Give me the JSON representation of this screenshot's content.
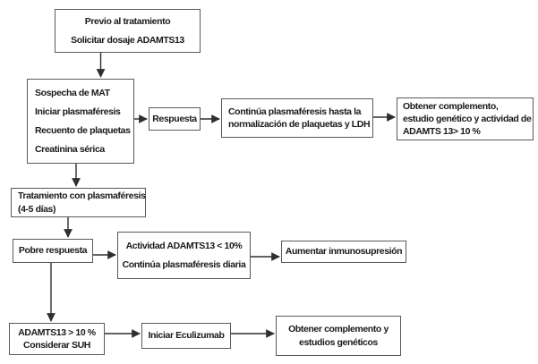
{
  "diagram": {
    "type": "flowchart",
    "language": "es",
    "topic": "Algoritmo de tratamiento con plasmaféresis ante sospecha de MAT"
  },
  "boxes": {
    "previo": {
      "lines": [
        "Previo al tratamiento",
        "Solicitar dosaje  ADAMTS13"
      ]
    },
    "sospecha": {
      "lines": [
        "Sospecha de MAT",
        "Iniciar plasmaféresis",
        "Recuento de plaquetas",
        "Creatinina sérica"
      ]
    },
    "respuesta": {
      "lines": [
        "Respuesta"
      ]
    },
    "continua": {
      "lines": [
        "Continúa plasmaféresis hasta la",
        "normalización de plaquetas y LDH"
      ]
    },
    "obtener_complemento": {
      "lines": [
        "Obtener complemento,",
        "estudio genético y actividad de",
        "ADAMTS 13> 10 %"
      ]
    },
    "tratamiento": {
      "lines": [
        "Tratamiento con plasmaféresis",
        "(4-5 días)"
      ]
    },
    "pobre_respuesta": {
      "lines": [
        "Pobre respuesta"
      ]
    },
    "actividad": {
      "lines": [
        "Actividad ADAMTS13 < 10%",
        "Continúa plasmaféresis diaria"
      ]
    },
    "aumentar": {
      "lines": [
        "Aumentar inmunosupresión"
      ]
    },
    "adamts_suh": {
      "lines": [
        "ADAMTS13 > 10 %",
        "Considerar SUH"
      ]
    },
    "eculizumab": {
      "lines": [
        "Iniciar Eculizumab"
      ]
    },
    "obtener_geneticos": {
      "lines": [
        "Obtener complemento y",
        "estudios genéticos"
      ]
    }
  },
  "edges": [
    {
      "from": "previo",
      "to": "sospecha",
      "direction": "down"
    },
    {
      "from": "sospecha",
      "to": "respuesta",
      "direction": "right"
    },
    {
      "from": "respuesta",
      "to": "continua",
      "direction": "right"
    },
    {
      "from": "continua",
      "to": "obtener_complemento",
      "direction": "right"
    },
    {
      "from": "sospecha",
      "to": "tratamiento",
      "direction": "down"
    },
    {
      "from": "tratamiento",
      "to": "pobre_respuesta",
      "direction": "down"
    },
    {
      "from": "pobre_respuesta",
      "to": "actividad",
      "direction": "right"
    },
    {
      "from": "actividad",
      "to": "aumentar",
      "direction": "right"
    },
    {
      "from": "pobre_respuesta",
      "to": "adamts_suh",
      "direction": "down"
    },
    {
      "from": "adamts_suh",
      "to": "eculizumab",
      "direction": "right"
    },
    {
      "from": "eculizumab",
      "to": "obtener_geneticos",
      "direction": "right"
    }
  ],
  "colors": {
    "background": "#ffffff",
    "box_border": "#595959",
    "text": "#1a1a1a",
    "arrow": "#2e2e2e"
  }
}
